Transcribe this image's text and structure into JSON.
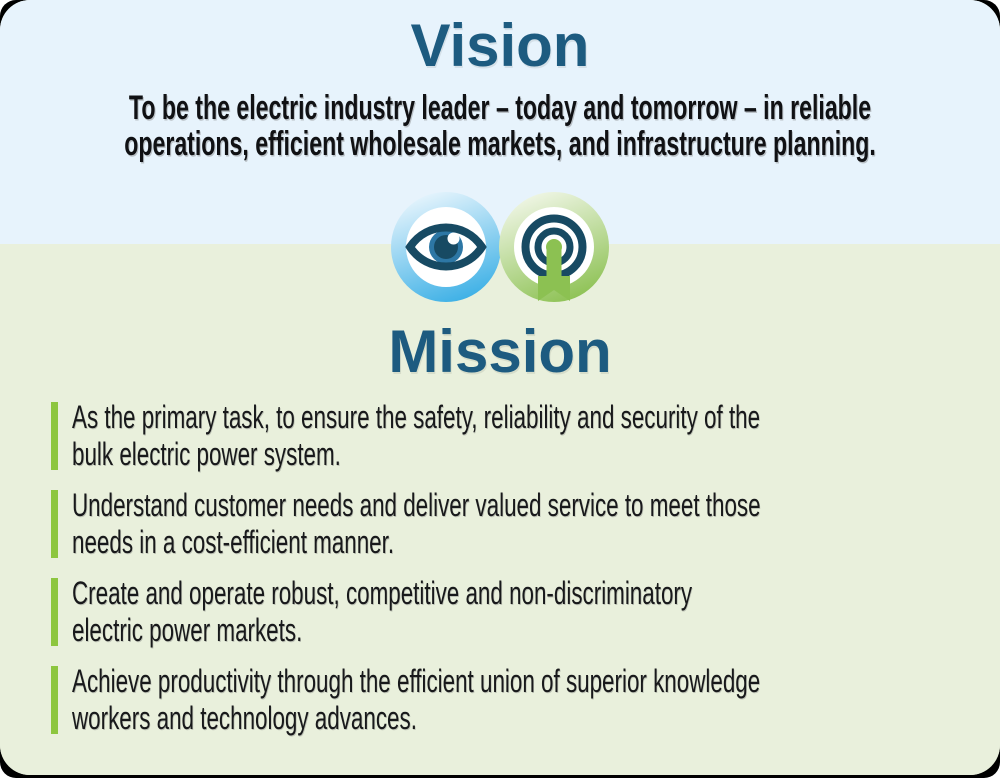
{
  "vision": {
    "title": "Vision",
    "statement_lines": [
      "To be the electric industry leader – today and tomorrow – in reliable",
      "operations, efficient wholesale markets, and infrastructure planning."
    ]
  },
  "mission": {
    "title": "Mission",
    "bullets": [
      [
        "As the primary task, to ensure the safety, reliability and security of the",
        "bulk electric power system."
      ],
      [
        "Understand customer needs and deliver valued service to meet those",
        "needs in a cost-efficient manner."
      ],
      [
        "Create and operate robust, competitive and non-discriminatory",
        "electric power markets."
      ],
      [
        "Achieve productivity through the efficient union of superior knowledge",
        "workers and technology advances."
      ]
    ]
  },
  "icons": {
    "vision_icon": "eye-icon",
    "mission_icon": "target-arrow-icon"
  },
  "colors": {
    "heading": "#1d5b80",
    "vision_bg": "#e7f3fc",
    "mission_bg": "#e9f0dc",
    "accent_green": "#8dc63f",
    "icon_navy": "#174a63",
    "icon_blue": "#3fb1e6",
    "icon_blue_light": "#eaf6fd",
    "icon_green": "#8cc152",
    "icon_green_light": "#f0f6e6",
    "iris_blue": "#2d77a5"
  }
}
